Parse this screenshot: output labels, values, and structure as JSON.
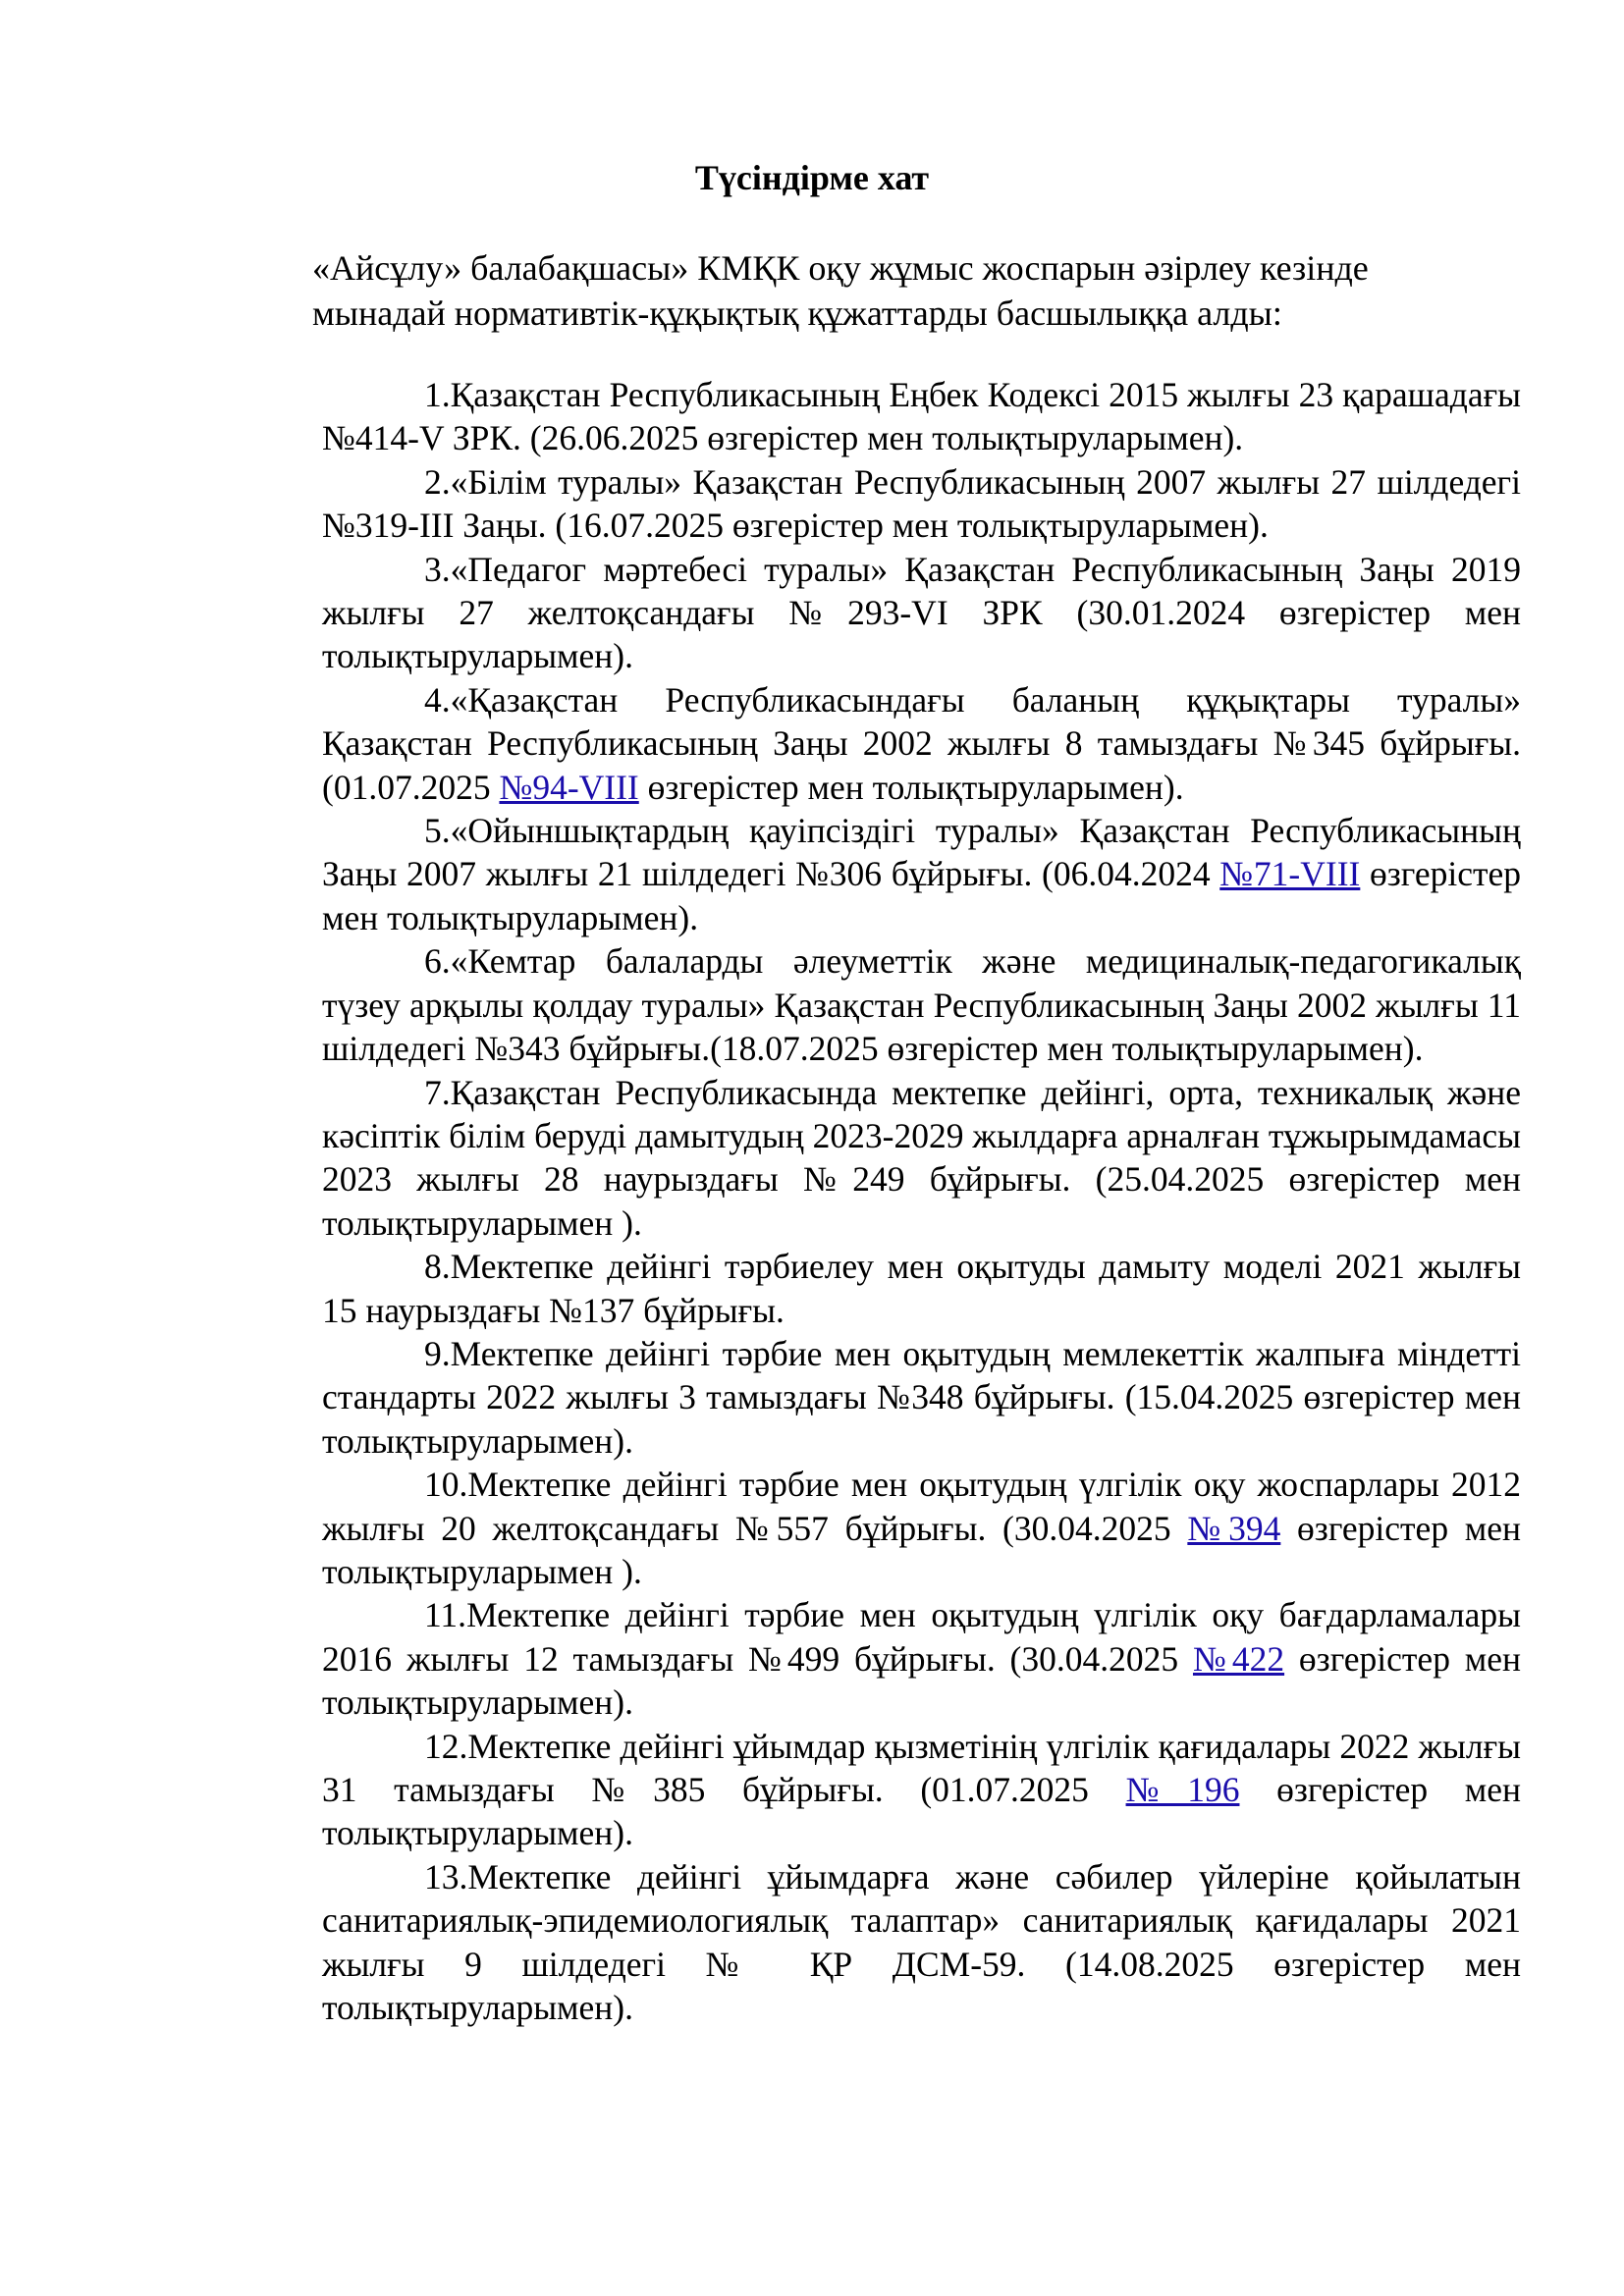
{
  "title": "Түсіндірме хат",
  "intro": "«Айсұлу» балабақшасы» КМҚК оқу жұмыс жоспарын әзірлеу кезінде мынадай нормативтік-құқықтық құжаттарды басшылыққа алды:",
  "items": [
    {
      "num": "1.",
      "text": "Қазақстан Республикасының Еңбек Кодексі 2015 жылғы 23 қарашадағы №414-V ЗРК. (26.06.2025 өзгерістер мен толықтыруларымен).",
      "link": "",
      "after": ""
    },
    {
      "num": "2.",
      "text": "«Білім туралы» Қазақстан Республикасының 2007 жылғы 27 шілдедегі №319-III Заңы. (16.07.2025 өзгерістер мен толықтыруларымен).",
      "link": "",
      "after": ""
    },
    {
      "num": "3.",
      "text": "«Педагог мәртебесі туралы» Қазақстан Республикасының Заңы 2019 жылғы 27 желтоқсандағы №293-VI ЗРК (30.01.2024 өзгерістер мен толықтыруларымен).",
      "link": "",
      "after": ""
    },
    {
      "num": "4.",
      "text": "«Қазақстан Республикасындағы баланың құқықтары туралы» Қазақстан Республикасының Заңы 2002 жылғы 8 тамыздағы №345 бұйрығы. (01.07.2025 ",
      "link": "№94-VIII",
      "after": " өзгерістер мен толықтыруларымен)."
    },
    {
      "num": "5.",
      "text": "«Ойыншықтардың қауіпсіздігі туралы» Қазақстан Республикасының Заңы 2007 жылғы 21 шілдедегі №306 бұйрығы. (06.04.2024 ",
      "link": "№71-VIII",
      "after": " өзгерістер мен толықтыруларымен)."
    },
    {
      "num": "6.",
      "text": "«Кемтар балаларды әлеуметтік және медициналық-педагогикалық түзеу арқылы қолдау туралы» Қазақстан Республикасының Заңы 2002 жылғы 11 шілдедегі №343 бұйрығы.(18.07.2025 өзгерістер мен толықтыруларымен).",
      "link": "",
      "after": ""
    },
    {
      "num": "7.",
      "text": "Қазақстан Республикасында мектепке дейінгі, орта, техникалық және кәсіптік білім беруді дамытудың 2023-2029 жылдарға арналған тұжырымдамасы 2023 жылғы 28 наурыздағы №249 бұйрығы. (25.04.2025 өзгерістер мен толықтыруларымен ).",
      "link": "",
      "after": ""
    },
    {
      "num": "8.",
      "text": "Мектепке дейінгі тәрбиелеу мен оқытуды дамыту моделі 2021 жылғы 15 наурыздағы №137 бұйрығы.",
      "link": "",
      "after": ""
    },
    {
      "num": "9.",
      "text": "Мектепке дейінгі тәрбие мен оқытудың мемлекеттік жалпыға міндетті стандарты 2022 жылғы 3 тамыздағы №348 бұйрығы. (15.04.2025 өзгерістер мен толықтыруларымен).",
      "link": "",
      "after": ""
    },
    {
      "num": "10.",
      "text": "Мектепке дейінгі тәрбие мен оқытудың үлгілік оқу жоспарлары 2012 жылғы 20 желтоқсандағы №557 бұйрығы. (30.04.2025 ",
      "link": "№394",
      "after": " өзгерістер мен толықтыруларымен )."
    },
    {
      "num": "11.",
      "text": "Мектепке дейінгі тәрбие мен оқытудың үлгілік оқу бағдарламалары 2016 жылғы 12 тамыздағы №499 бұйрығы. (30.04.2025 ",
      "link": "№422",
      "after": " өзгерістер мен толықтыруларымен)."
    },
    {
      "num": "12.",
      "text": "Мектепке дейінгі ұйымдар қызметінің үлгілік қағидалары 2022 жылғы 31 тамыздағы №385 бұйрығы. (01.07.2025 ",
      "link": "№196",
      "after": " өзгерістер мен толықтыруларымен)."
    },
    {
      "num": "13.",
      "text": "Мектепке дейінгі ұйымдарға және сәбилер үйлеріне қойылатын санитариялық-эпидемиологиялық талаптар» санитариялық қағидалары 2021 жылғы 9 шілдедегі № ҚР ДСМ-59. (14.08.2025 өзгерістер мен толықтыруларымен).",
      "link": "",
      "after": ""
    }
  ]
}
